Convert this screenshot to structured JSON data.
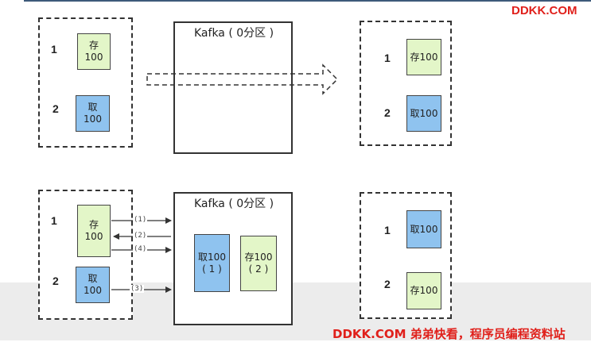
{
  "brand": "DDKK.COM",
  "footer": "DDKK.COM 弟弟快看，程序员编程资料站",
  "top": {
    "left": {
      "row1_num": "1",
      "row1_card": "存\n100",
      "row2_num": "2",
      "row2_card": "取\n100"
    },
    "kafka_title": "Kafka ( 0分区 )",
    "right": {
      "row1_num": "1",
      "row1_card": "存100",
      "row2_num": "2",
      "row2_card": "取100"
    }
  },
  "bottom": {
    "left": {
      "row1_num": "1",
      "row1_card": "存\n100",
      "row2_num": "2",
      "row2_card": "取\n100"
    },
    "arrows": [
      "(1)",
      "(2)",
      "(4)",
      "(3)"
    ],
    "kafka_title": "Kafka ( 0分区 )",
    "kafka_cards": [
      "取100\n( 1 )",
      "存100\n( 2 )"
    ],
    "right": {
      "row1_num": "1",
      "row1_card": "取100",
      "row2_num": "2",
      "row2_card": "存100"
    }
  },
  "colors": {
    "green": "#e3f6c8",
    "blue": "#8fc3ef",
    "brand_red": "#e0201b"
  }
}
